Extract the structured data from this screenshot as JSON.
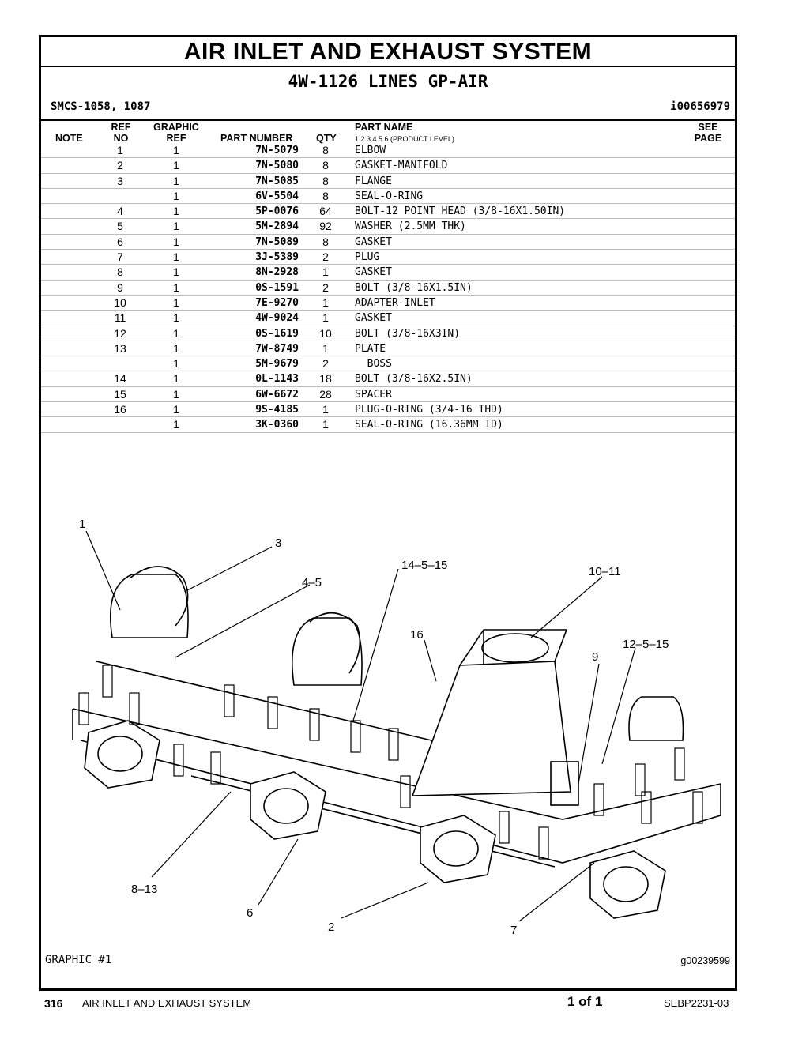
{
  "title": "AIR INLET AND EXHAUST SYSTEM",
  "subtitle": "4W-1126 LINES GP-AIR",
  "smcs": "SMCS-1058, 1087",
  "ident": "i00656979",
  "columns": {
    "note": "NOTE",
    "ref_top": "REF",
    "ref_bottom": "NO",
    "graphic_top": "GRAPHIC",
    "graphic_bottom": "REF",
    "part_number": "PART NUMBER",
    "qty": "QTY",
    "part_name": "PART NAME",
    "levels": "1 2 3 4 5 6 (PRODUCT LEVEL)",
    "see_top": "SEE",
    "see_bottom": "PAGE"
  },
  "parts": [
    {
      "ref": "1",
      "graphic": "1",
      "pn": "7N-5079",
      "qty": "8",
      "name": "ELBOW"
    },
    {
      "ref": "2",
      "graphic": "1",
      "pn": "7N-5080",
      "qty": "8",
      "name": "GASKET-MANIFOLD"
    },
    {
      "ref": "3",
      "graphic": "1",
      "pn": "7N-5085",
      "qty": "8",
      "name": "FLANGE"
    },
    {
      "ref": "",
      "graphic": "1",
      "pn": "6V-5504",
      "qty": "8",
      "name": "SEAL-O-RING"
    },
    {
      "ref": "4",
      "graphic": "1",
      "pn": "5P-0076",
      "qty": "64",
      "name": "BOLT-12 POINT HEAD (3/8-16X1.50IN)"
    },
    {
      "ref": "5",
      "graphic": "1",
      "pn": "5M-2894",
      "qty": "92",
      "name": "WASHER (2.5MM THK)"
    },
    {
      "ref": "6",
      "graphic": "1",
      "pn": "7N-5089",
      "qty": "8",
      "name": "GASKET"
    },
    {
      "ref": "7",
      "graphic": "1",
      "pn": "3J-5389",
      "qty": "2",
      "name": "PLUG"
    },
    {
      "ref": "8",
      "graphic": "1",
      "pn": "8N-2928",
      "qty": "1",
      "name": "GASKET"
    },
    {
      "ref": "9",
      "graphic": "1",
      "pn": "0S-1591",
      "qty": "2",
      "name": "BOLT (3/8-16X1.5IN)"
    },
    {
      "ref": "10",
      "graphic": "1",
      "pn": "7E-9270",
      "qty": "1",
      "name": "ADAPTER-INLET"
    },
    {
      "ref": "11",
      "graphic": "1",
      "pn": "4W-9024",
      "qty": "1",
      "name": "GASKET"
    },
    {
      "ref": "12",
      "graphic": "1",
      "pn": "0S-1619",
      "qty": "10",
      "name": "BOLT (3/8-16X3IN)"
    },
    {
      "ref": "13",
      "graphic": "1",
      "pn": "7W-8749",
      "qty": "1",
      "name": "PLATE"
    },
    {
      "ref": "",
      "graphic": "1",
      "pn": "5M-9679",
      "qty": "2",
      "name": "  BOSS"
    },
    {
      "ref": "14",
      "graphic": "1",
      "pn": "0L-1143",
      "qty": "18",
      "name": "BOLT (3/8-16X2.5IN)"
    },
    {
      "ref": "15",
      "graphic": "1",
      "pn": "6W-6672",
      "qty": "28",
      "name": "SPACER"
    },
    {
      "ref": "16",
      "graphic": "1",
      "pn": "9S-4185",
      "qty": "1",
      "name": "PLUG-O-RING (3/4-16 THD)"
    },
    {
      "ref": "",
      "graphic": "1",
      "pn": "3K-0360",
      "qty": "1",
      "name": "SEAL-O-RING (16.36MM ID)"
    }
  ],
  "callouts": [
    "1",
    "3",
    "4–5",
    "14–5–15",
    "10–11",
    "16",
    "9",
    "12–5–15",
    "8–13",
    "6",
    "2",
    "7"
  ],
  "graphic_label": "GRAPHIC #1",
  "graphic_id": "g00239599",
  "footer": {
    "page": "316",
    "section": "AIR INLET AND EXHAUST SYSTEM",
    "of": "1 of 1",
    "doc": "SEBP2231-03"
  }
}
